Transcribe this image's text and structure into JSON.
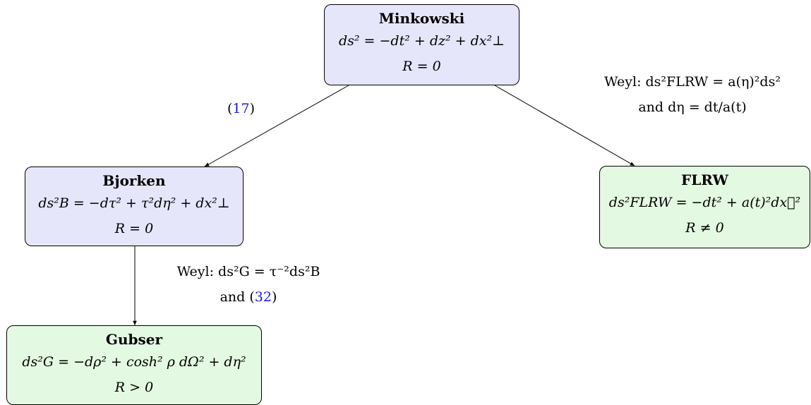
{
  "nodes": {
    "minkowski": {
      "title": "Minkowski",
      "metric": "ds² = −dt² + dz² + dx²⊥",
      "curvature": "R = 0",
      "color": "#e6e6fb"
    },
    "bjorken": {
      "title": "Bjorken",
      "metric": "ds²B = −dτ² + τ²dη² + dx²⊥",
      "curvature": "R = 0",
      "color": "#e6e6fb"
    },
    "flrw": {
      "title": "FLRW",
      "metric": "ds²FLRW = −dt² + a(t)²dx⃗²",
      "curvature": "R ≠ 0",
      "color": "#e4f9e1"
    },
    "gubser": {
      "title": "Gubser",
      "metric": "ds²G = −dρ² + cosh² ρ dΩ² + dη²",
      "curvature": "R > 0",
      "color": "#e4f9e1"
    }
  },
  "edges": {
    "minkowski_bjorken": {
      "label_ref": "17"
    },
    "minkowski_flrw": {
      "label_line1": "Weyl: ds²FLRW = a(η)²ds²",
      "label_line2": "and dη = dt/a(t)"
    },
    "bjorken_gubser": {
      "label_line1": "Weyl: ds²G = τ⁻²ds²B",
      "label_line2_prefix": "and ",
      "label_ref": "32"
    }
  },
  "colors": {
    "reference": "#1a1ad6",
    "blue_node": "#e6e6fb",
    "green_node": "#e4f9e1"
  }
}
